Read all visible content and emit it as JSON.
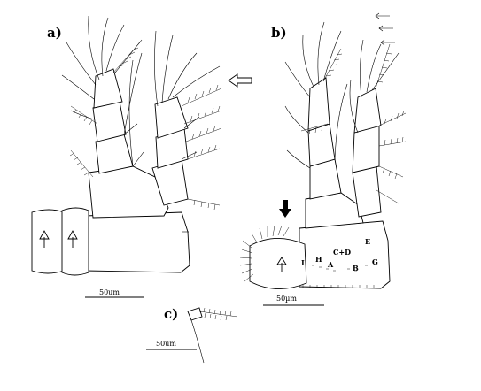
{
  "panels": {
    "a": {
      "label": "a)",
      "scale": "50um"
    },
    "b": {
      "label": "b)",
      "scale": "50µm"
    },
    "c": {
      "label": "c)",
      "scale": "50um"
    }
  },
  "regions": [
    "C+D",
    "H",
    "A",
    "B",
    "E",
    "G",
    "I"
  ]
}
